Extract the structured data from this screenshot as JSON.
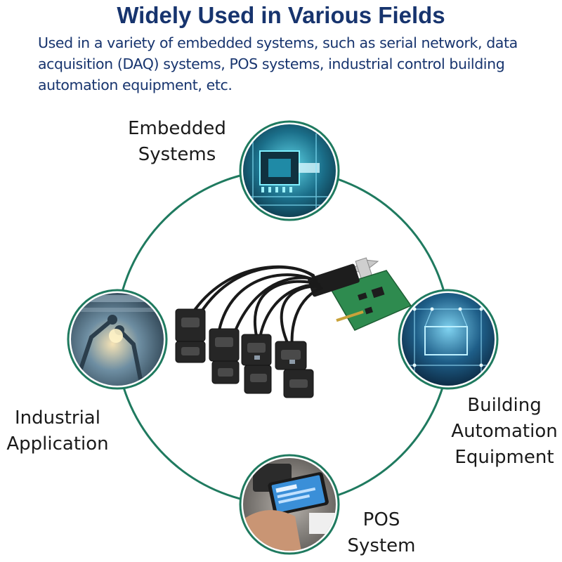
{
  "header": {
    "title": "Widely Used in Various Fields",
    "subtitle": "Used in a variety of embedded systems, such as serial network, data acquisition (DAQ) systems, POS systems, industrial control building automation equipment, etc."
  },
  "fields": {
    "embedded": {
      "line1": "Embedded",
      "line2": "Systems",
      "image": "embedded-chip-circle"
    },
    "industrial": {
      "line1": "Industrial",
      "line2": "Application",
      "image": "industrial-robot-circle"
    },
    "building": {
      "line1": "Building",
      "line2": "Automation",
      "line3": "Equipment",
      "image": "building-network-circle"
    },
    "pos": {
      "line1": "POS",
      "line2": "System",
      "image": "pos-terminal-circle"
    }
  },
  "center_product": "serial-card-with-fan-out-cables",
  "colors": {
    "title": "#17346e",
    "ring": "#1f7a5f",
    "card_pcb": "#2e8b4f",
    "connector": "#1d1d1d"
  }
}
